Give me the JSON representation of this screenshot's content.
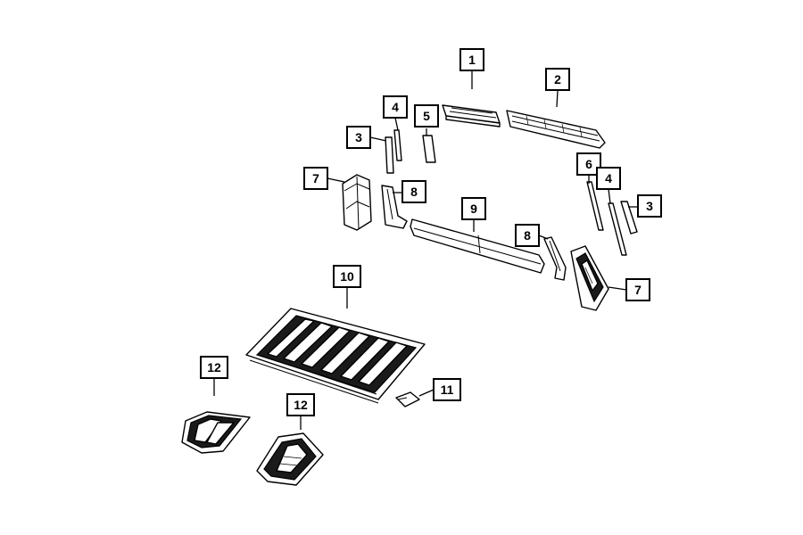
{
  "diagram": {
    "background_color": "#ffffff",
    "line_color": "#000000",
    "callouts": [
      {
        "id": "c1",
        "label": "1"
      },
      {
        "id": "c2",
        "label": "2"
      },
      {
        "id": "c4a",
        "label": "4"
      },
      {
        "id": "c5",
        "label": "5"
      },
      {
        "id": "c3a",
        "label": "3"
      },
      {
        "id": "c7a",
        "label": "7"
      },
      {
        "id": "c8a",
        "label": "8"
      },
      {
        "id": "c9",
        "label": "9"
      },
      {
        "id": "c6",
        "label": "6"
      },
      {
        "id": "c4b",
        "label": "4"
      },
      {
        "id": "c3b",
        "label": "3"
      },
      {
        "id": "c8b",
        "label": "8"
      },
      {
        "id": "c7b",
        "label": "7"
      },
      {
        "id": "c10",
        "label": "10"
      },
      {
        "id": "c11",
        "label": "11"
      },
      {
        "id": "c12a",
        "label": "12"
      },
      {
        "id": "c12b",
        "label": "12"
      }
    ]
  }
}
